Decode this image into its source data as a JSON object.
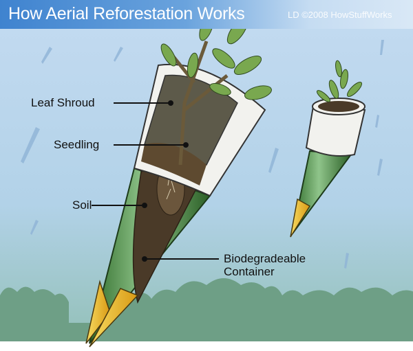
{
  "header": {
    "title": "How Aerial Reforestation Works",
    "credit": "LD ©2008 HowStuffWorks"
  },
  "labels": {
    "leaf_shroud": "Leaf Shroud",
    "seedling": "Seedling",
    "soil": "Soil",
    "container_line1": "Biodegradeable",
    "container_line2": "Container"
  },
  "colors": {
    "sky_top": "#c4dbf1",
    "sky_bottom": "#9cc6c4",
    "trees": "#6e9f86",
    "container": "#4a8a3c",
    "tip": "#f2c12e",
    "shroud": "#f2f2ee",
    "soil": "#4a3a28"
  }
}
